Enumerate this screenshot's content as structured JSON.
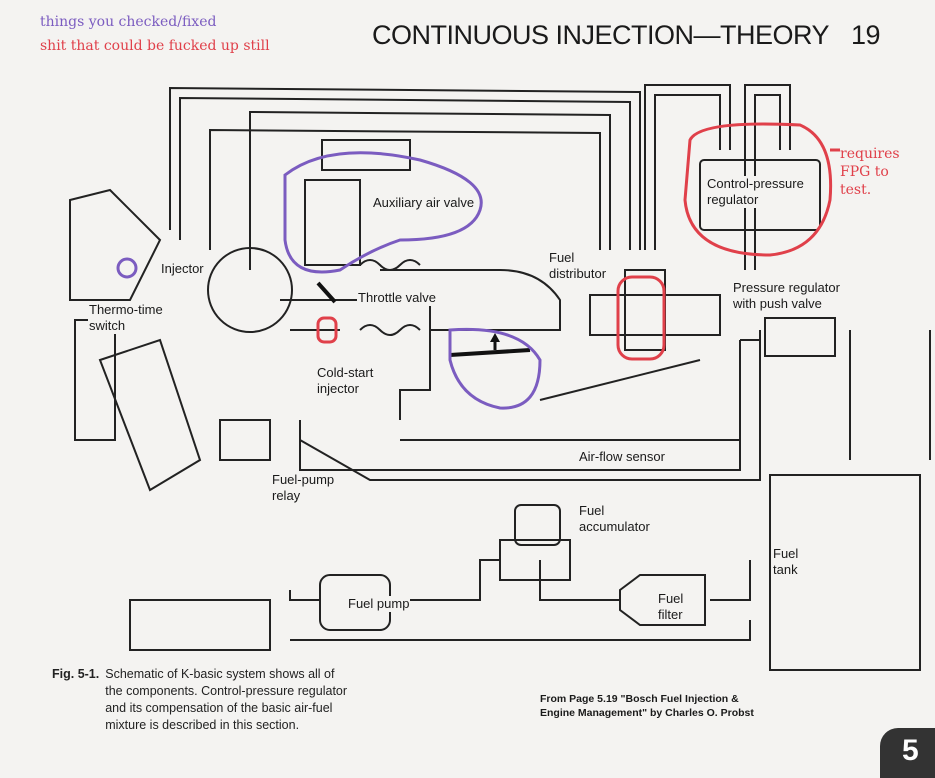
{
  "annotations": {
    "legend_checked": "things you checked/fixed",
    "legend_suspect": "shit that could be fucked up still",
    "fpg_note": [
      "requires",
      "FPG to",
      "test."
    ],
    "colors": {
      "checked": "#7b5cc0",
      "suspect": "#e0404a"
    }
  },
  "header": {
    "title": "CONTINUOUS INJECTION—THEORY",
    "page_number": "19"
  },
  "diagram": {
    "labels": {
      "auxiliary_air_valve": "Auxiliary air valve",
      "control_pressure_regulator": [
        "Control-pressure",
        "regulator"
      ],
      "fuel_distributor": [
        "Fuel",
        "distributor"
      ],
      "pressure_regulator": [
        "Pressure regulator",
        "with push valve"
      ],
      "injector": "Injector",
      "thermo_time_switch": [
        "Thermo-time",
        "switch"
      ],
      "throttle_valve": "Throttle valve",
      "cold_start_injector": [
        "Cold-start",
        "injector"
      ],
      "air_flow_sensor": "Air-flow sensor",
      "fuel_pump_relay": [
        "Fuel-pump",
        "relay"
      ],
      "fuel_accumulator": [
        "Fuel",
        "accumulator"
      ],
      "fuel_tank": [
        "Fuel",
        "tank"
      ],
      "fuel_pump": "Fuel pump",
      "fuel_filter": [
        "Fuel",
        "filter"
      ]
    }
  },
  "caption": {
    "fig": "Fig. 5-1.",
    "text": "Schematic of K-basic system shows all of the components. Control-pressure regulator and its compensation of the basic air-fuel mixture is described in this section."
  },
  "source": {
    "line1": "From Page 5.19 \"Bosch Fuel Injection &",
    "line2": "Engine Management\" by Charles O. Probst"
  },
  "chapter_tab": "5"
}
